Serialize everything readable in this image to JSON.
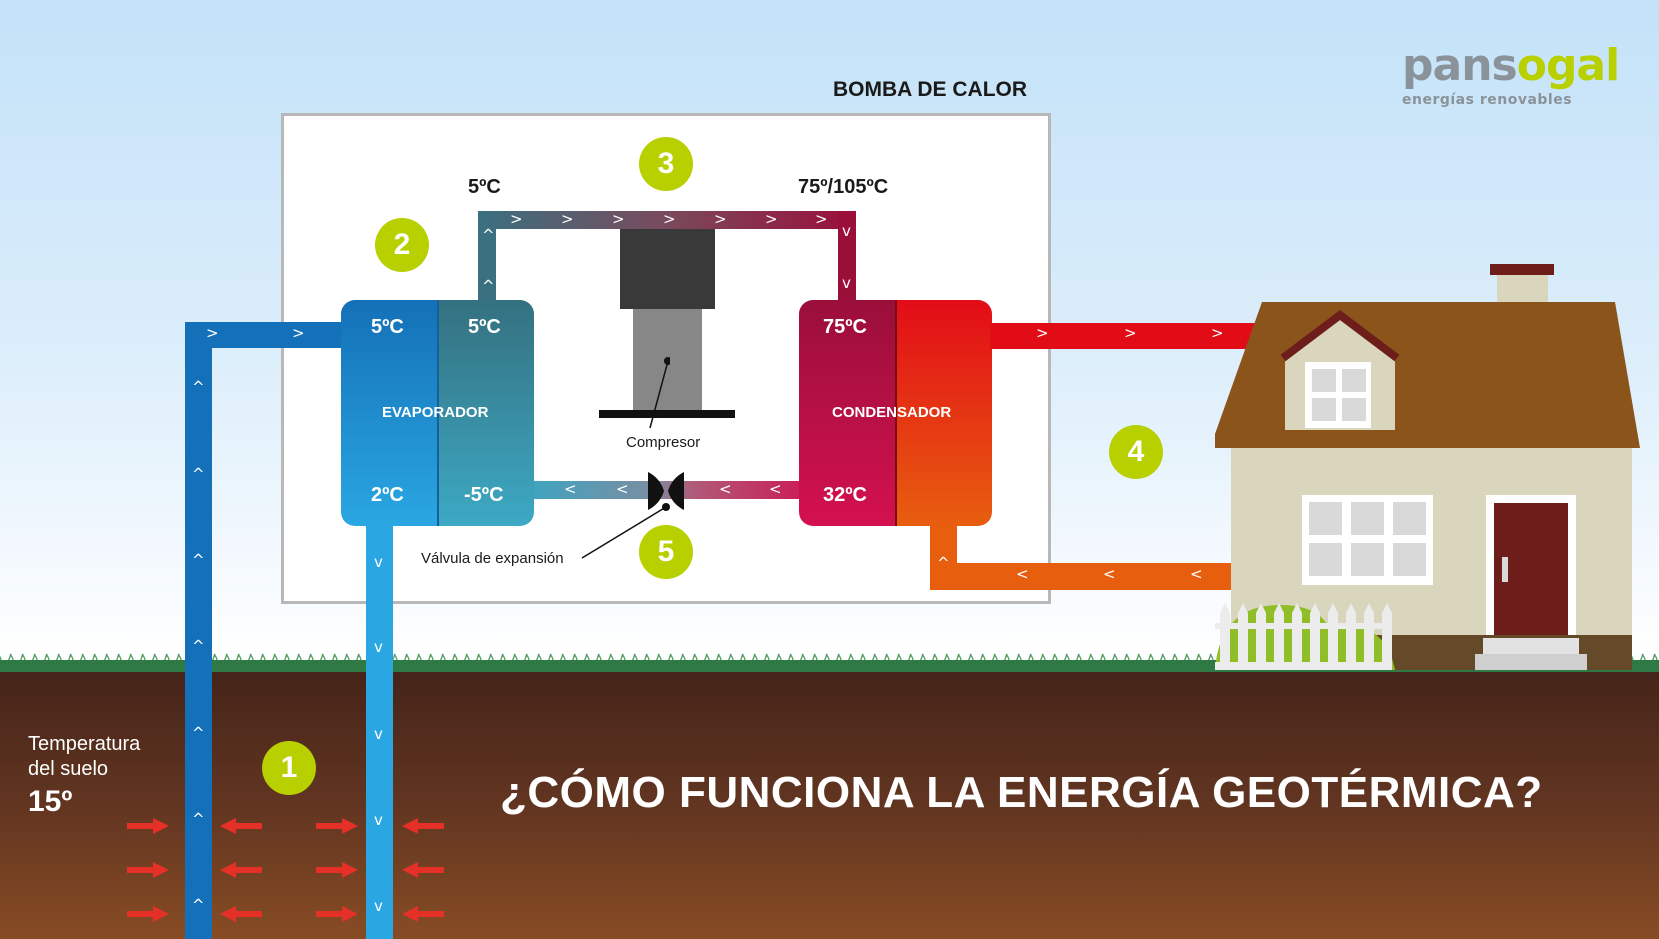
{
  "logo": {
    "brand_prefix": "pans",
    "brand_accent_o": "o",
    "brand_suffix": "gal",
    "tagline": "energías renovables"
  },
  "heat_pump": {
    "title": "BOMBA DE CALOR"
  },
  "steps": [
    "1",
    "2",
    "3",
    "4",
    "5"
  ],
  "evaporator": {
    "name": "EVAPORADOR",
    "temp_in_ground": "5ºC",
    "temp_out_refrigerant": "5ºC",
    "temp_out_ground": "2ºC",
    "temp_in_refrigerant": "-5ºC"
  },
  "condenser": {
    "name": "CONDENSADOR",
    "temp_in": "75ºC",
    "temp_out": "32ºC"
  },
  "compressor": {
    "label": "Compresor",
    "temp_in": "5ºC",
    "temp_out": "75º/105ºC"
  },
  "expansion_valve": {
    "label": "Válvula de expansión"
  },
  "ground": {
    "label_line1": "Temperatura",
    "label_line2": "del suelo",
    "value": "15º"
  },
  "headline": "¿CÓMO FUNCIONA LA ENERGÍA GEOTÉRMICA?",
  "arrows": {
    "right": ">",
    "left": "<",
    "up": "^",
    "down": "v"
  },
  "colors": {
    "accent_badge": "#b8cf00",
    "ground_pipe_up": "#1470b8",
    "ground_pipe_down": "#2aa7e2",
    "refrigerant_cold": "#3a7080",
    "refrigerant_hot": "#9a0f3a",
    "supply_hot": "#e20c17",
    "return_warm": "#e85e0f",
    "heat_arrow": "#e53027"
  }
}
